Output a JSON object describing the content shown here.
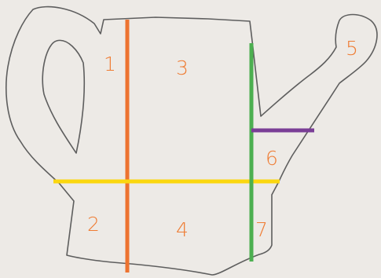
{
  "diagram": {
    "background_color": "#edeae6",
    "outline_color": "#5e5e5e",
    "label_color": "#ef7c33",
    "regions": [
      {
        "id": "1",
        "label": "1"
      },
      {
        "id": "2",
        "label": "2"
      },
      {
        "id": "3",
        "label": "3"
      },
      {
        "id": "4",
        "label": "4"
      },
      {
        "id": "5",
        "label": "5"
      },
      {
        "id": "6",
        "label": "6"
      },
      {
        "id": "7",
        "label": "7"
      }
    ],
    "cut_lines": [
      {
        "id": "orange",
        "color": "#ed7330"
      },
      {
        "id": "yellow",
        "color": "#fbd70f"
      },
      {
        "id": "green",
        "color": "#4caf50"
      },
      {
        "id": "purple",
        "color": "#7a3e96"
      }
    ]
  }
}
